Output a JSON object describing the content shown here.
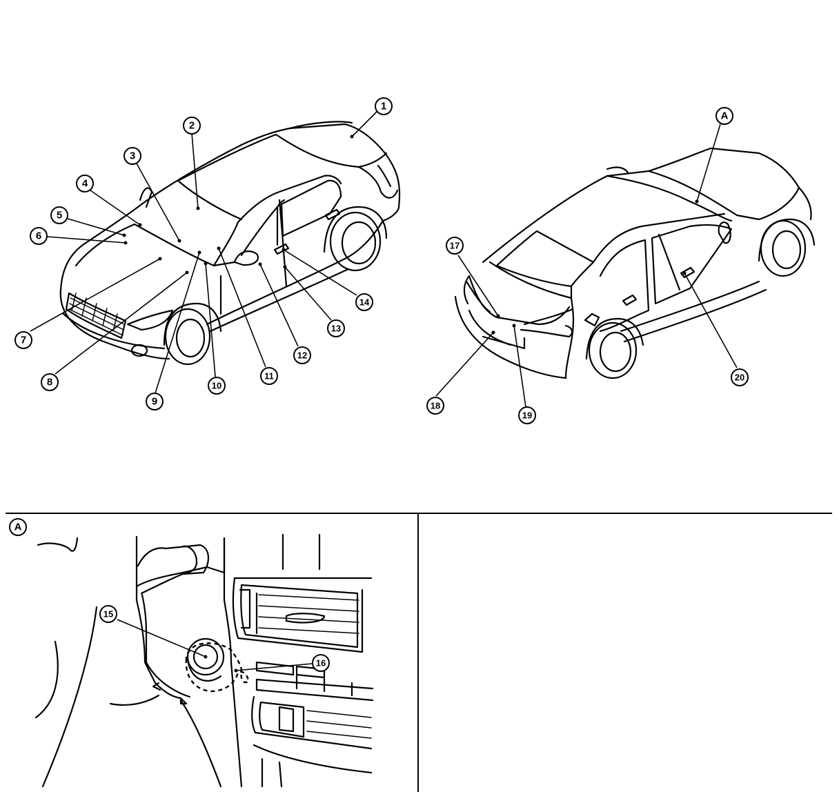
{
  "callouts": {
    "c1": "1",
    "c2": "2",
    "c3": "3",
    "c4": "4",
    "c5": "5",
    "c6": "6",
    "c7": "7",
    "c8": "8",
    "c9": "9",
    "c10": "10",
    "c11": "11",
    "c12": "12",
    "c13": "13",
    "c14": "14",
    "c15": "15",
    "c16": "16",
    "c17": "17",
    "c18": "18",
    "c19": "19",
    "c20": "20"
  },
  "view_refs": {
    "detail_ref": "A",
    "detail_label": "A"
  }
}
